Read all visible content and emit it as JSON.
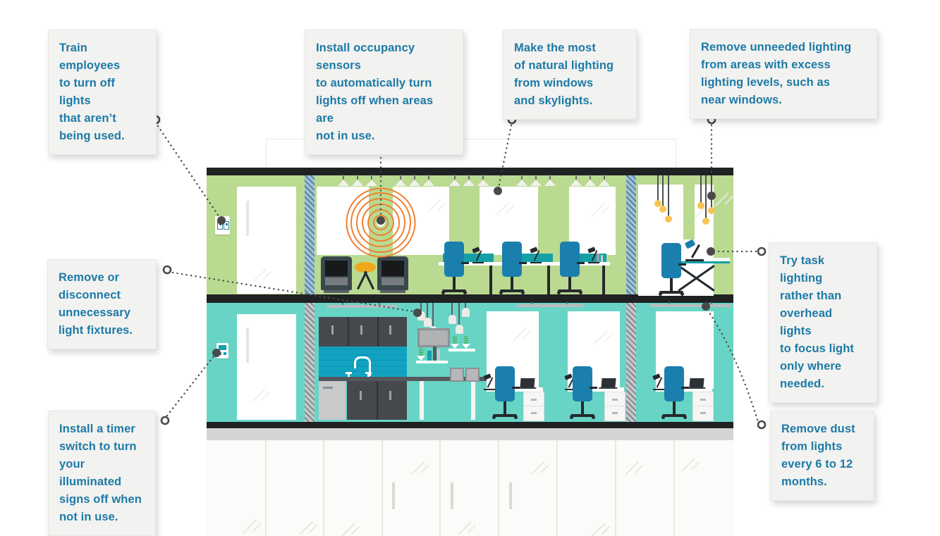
{
  "colors": {
    "tip_text": "#1d7aa6",
    "card_bg": "#f2f2f0",
    "upper_floor_wall": "#b9da90",
    "lower_floor_wall": "#68d4c6",
    "slab": "#1f2123",
    "band_gray": "#d2d4d5",
    "column_stripe_blue": "#9ec3dc",
    "chair_blue": "#1b7fad",
    "desk_teal": "#16a0a6",
    "sensor_orange": "#ef8032",
    "bulb_yellow": "#f6c454",
    "connector_gray": "#4a4a4a"
  },
  "callouts": [
    {
      "text": "Train employees\nto turn off lights\nthat aren’t\nbeing used."
    },
    {
      "text": "Install occupancy sensors\nto automatically turn\nlights off when areas are\nnot in use."
    },
    {
      "text": "Make the most\nof natural lighting\nfrom windows\nand skylights."
    },
    {
      "text": "Remove unneeded lighting\nfrom areas with excess\nlighting levels, such as\nnear windows."
    },
    {
      "text": "Remove or\ndisconnect\nunnecessary\nlight fixtures."
    },
    {
      "text": "Install a timer\nswitch to turn\nyour illuminated\nsigns off when\nnot in use."
    },
    {
      "text": "Try task lighting\nrather than\noverhead lights\nto focus light\nonly where\nneeded."
    },
    {
      "text": "Remove dust\nfrom lights\nevery 6 to 12\nmonths."
    }
  ]
}
